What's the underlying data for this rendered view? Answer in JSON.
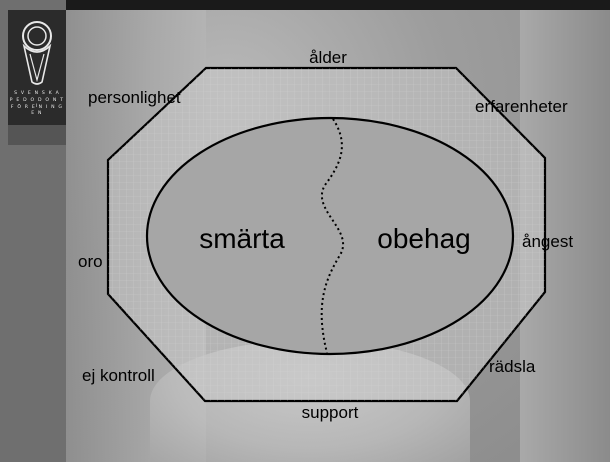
{
  "logo": {
    "line1": "S V E N S K A",
    "line2": "P E D O D O N T I",
    "line3": "F Ö R E N I N G E N"
  },
  "diagram": {
    "inner": {
      "left": "smärta",
      "right": "obehag"
    },
    "factors": {
      "top": "ålder",
      "top_left": "personlighet",
      "top_right": "erfarenheter",
      "right": "ångest",
      "left": "oro",
      "bottom_right": "rädsla",
      "bottom_left": "ej kontroll",
      "bottom": "support"
    }
  },
  "colors": {
    "octagon_fill": "#c8c8c8",
    "ellipse_fill": "#a6a6a6",
    "outline": "#000000"
  }
}
